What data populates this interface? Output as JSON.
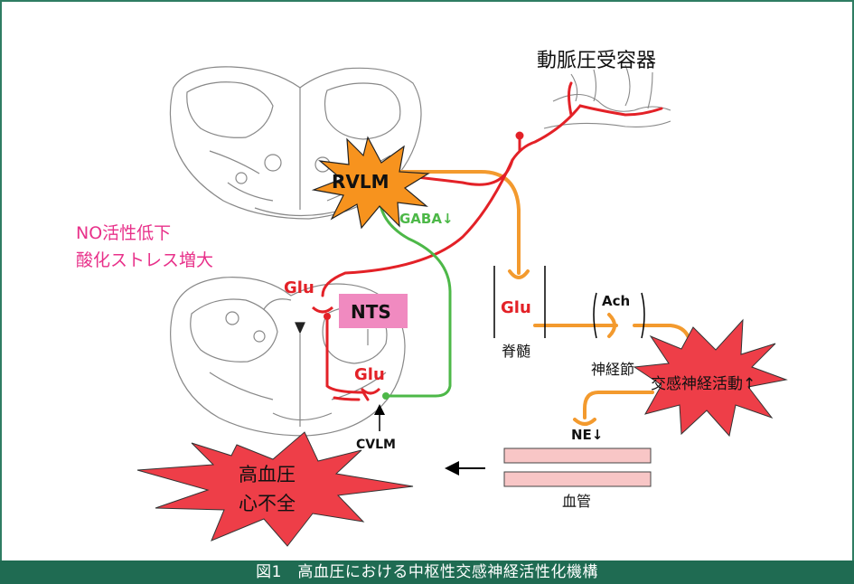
{
  "diagram": {
    "labels": {
      "baroreceptor": "動脈圧受容器",
      "rvlm": "RVLM",
      "gaba": "GABA↓",
      "no_oxidative_line1": "NO活性低下",
      "no_oxidative_line2": "酸化ストレス増大",
      "glu_nts": "Glu",
      "nts": "NTS",
      "glu_cvlm": "Glu",
      "cvlm": "CVLM",
      "glu_spinal": "Glu",
      "spinal_cord": "脊髄",
      "ach": "Ach",
      "ganglion": "神経節",
      "sympathetic": "交感神経活動↑",
      "ne": "NE↓",
      "blood_vessel": "血管",
      "hypertension_line1": "高血圧",
      "hypertension_line2": "心不全"
    },
    "colors": {
      "red": "#e32127",
      "orange": "#f39a2e",
      "green": "#4db848",
      "pink_text": "#e8318a",
      "nts_box": "#f08ac0",
      "burst_red": "#ee3e48",
      "rvlm_burst": "#f7931e",
      "vessel_fill": "#f8c6c6",
      "caption_bg": "#1f6b52"
    }
  },
  "caption": "図1　高血圧における中枢性交感神経活性化機構"
}
